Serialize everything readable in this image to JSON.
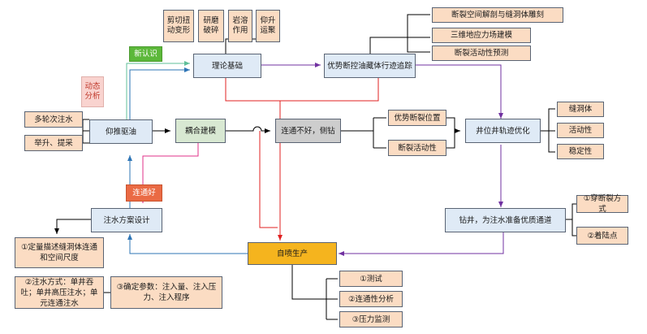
{
  "theory": {
    "title": "理论基础",
    "mechanisms": [
      "剪切扭动变形",
      "研磨破碎",
      "岩溶作用",
      "仰升运聚"
    ],
    "new_insight": "新认识",
    "dynamic_analysis": "动态分析"
  },
  "tracking": {
    "title": "优势断控油藏体行迹追踪",
    "items": [
      "断裂空间解剖与缝洞体雕刻",
      "三维地应力场建模",
      "断裂活动性预测"
    ]
  },
  "injection_drive": {
    "title": "仰推驱油",
    "inputs": [
      "多轮次注水",
      "举升、提采"
    ]
  },
  "coupled_model": "耦合建模",
  "connect_good": "连通好",
  "connect_poor": "连通不好，侧钻",
  "dominant_fault": [
    "优势断裂位置",
    "断裂活动性"
  ],
  "well_opt": {
    "title": "井位井轨迹优化",
    "items": [
      "缝洞体",
      "活动性",
      "稳定性"
    ]
  },
  "drilling": {
    "title": "钻井，为注水准备优质通道",
    "items": [
      "①穿断裂方式",
      "②着陆点"
    ]
  },
  "natural_flow": {
    "title": "自喷生产",
    "items": [
      "①测试",
      "②连通性分析",
      "③压力监测"
    ]
  },
  "water_plan": {
    "title": "注水方案设计",
    "items": [
      "①定量描述缝洞体连通和空间尺度",
      "②注水方式：单井吞吐；单井高压注水；单元连通注水",
      "③确定参数：注入量、注入压力、注入程序"
    ]
  }
}
